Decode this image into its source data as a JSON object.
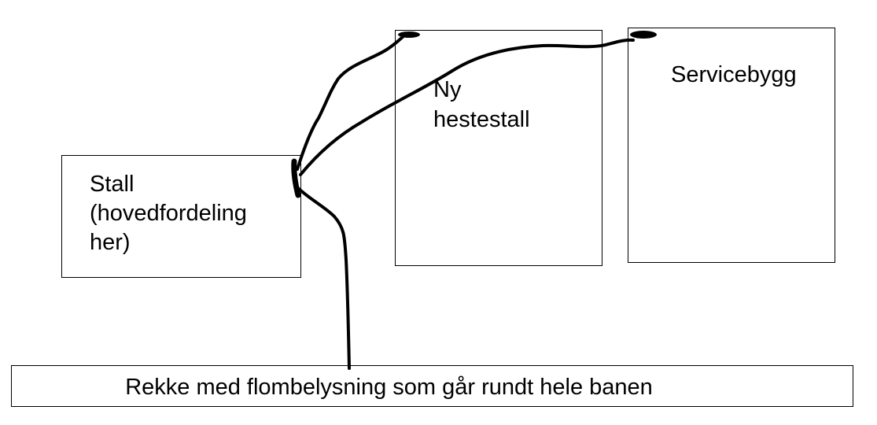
{
  "diagram": {
    "nodes": {
      "stall": {
        "label": "Stall\n(hovedfordeling\nher)"
      },
      "ny_hestestall": {
        "label": "Ny\nhestestall"
      },
      "servicebygg": {
        "label": "Servicebygg"
      },
      "rekke": {
        "label": "Rekke med flombelysning som går rundt hele banen"
      }
    },
    "connections": [
      {
        "from": "stall",
        "to": "ny_hestestall"
      },
      {
        "from": "stall",
        "to": "servicebygg"
      },
      {
        "from": "stall",
        "to": "rekke"
      }
    ],
    "line_color": "#000000"
  }
}
